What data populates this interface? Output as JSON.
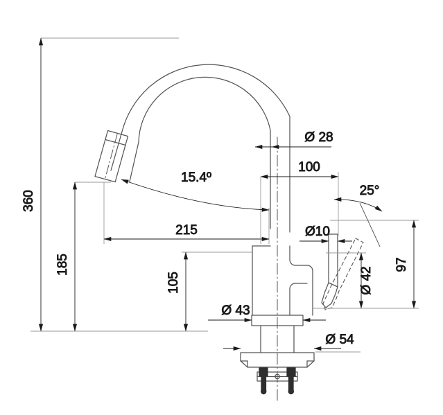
{
  "drawing": {
    "type": "engineering-dimension-drawing",
    "subject": "pull-down kitchen mixer tap, side elevation",
    "units": "mm",
    "line_color": "#3c3c3c",
    "dimension_color": "#1a1a1a",
    "background": "#ffffff"
  },
  "dimensions": {
    "overall_height": "360",
    "spout_height": "185",
    "body_height": "105",
    "spout_reach": "215",
    "centerline_to_handle": "100",
    "handle_height": "97",
    "spout_tube_diameter": "Ø 28",
    "handle_pin_diameter": "Ø10",
    "handle_knob_diameter": "Ø 42",
    "body_diameter": "Ø 43",
    "base_diameter": "Ø 54",
    "spout_tip_angle": "15.4º",
    "handle_swing_angle": "25°"
  }
}
